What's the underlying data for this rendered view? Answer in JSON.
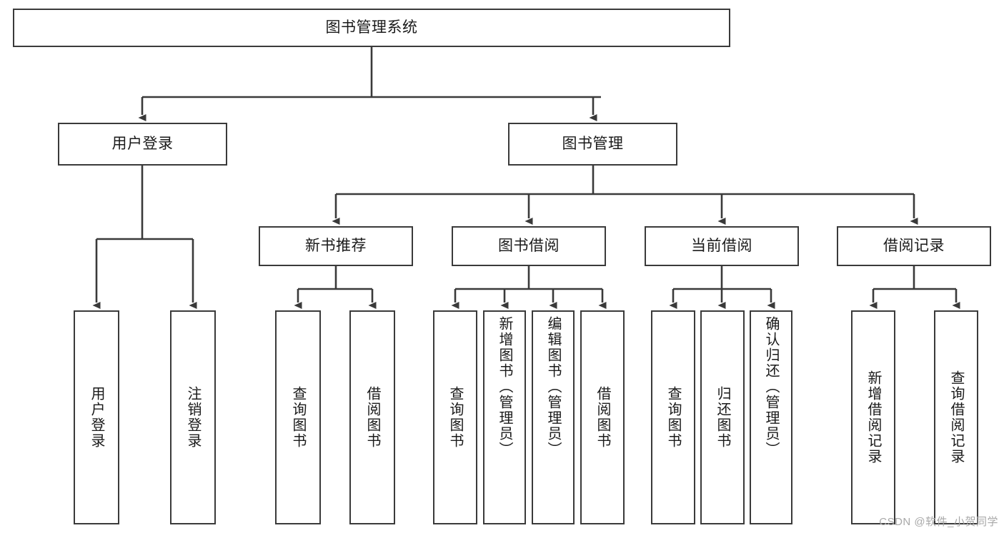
{
  "diagram": {
    "title": "图书管理系统",
    "type": "function-hierarchy-tree",
    "root": {
      "id": "root",
      "label": "图书管理系统",
      "orientation": "horizontal"
    },
    "level2": [
      {
        "id": "user-login",
        "label": "用户登录",
        "orientation": "horizontal"
      },
      {
        "id": "book-management",
        "label": "图书管理",
        "orientation": "horizontal"
      }
    ],
    "level3": [
      {
        "id": "new-book-recommend",
        "label": "新书推荐",
        "orientation": "horizontal",
        "parent": "book-management"
      },
      {
        "id": "book-borrow",
        "label": "图书借阅",
        "orientation": "horizontal",
        "parent": "book-management"
      },
      {
        "id": "current-borrow",
        "label": "当前借阅",
        "orientation": "horizontal",
        "parent": "book-management"
      },
      {
        "id": "borrow-record",
        "label": "借阅记录",
        "orientation": "horizontal",
        "parent": "book-management"
      }
    ],
    "leaves": [
      {
        "id": "leaf-user-login",
        "label": "用户登录",
        "parent": "user-login"
      },
      {
        "id": "leaf-logout",
        "label": "注销登录",
        "parent": "user-login"
      },
      {
        "id": "leaf-query-book-1",
        "label": "查询图书",
        "parent": "new-book-recommend"
      },
      {
        "id": "leaf-borrow-book-1",
        "label": "借阅图书",
        "parent": "new-book-recommend"
      },
      {
        "id": "leaf-query-book-2",
        "label": "查询图书",
        "parent": "book-borrow"
      },
      {
        "id": "leaf-add-book",
        "label": "新增图书（管理员）",
        "parent": "book-borrow"
      },
      {
        "id": "leaf-edit-book",
        "label": "编辑图书（管理员）",
        "parent": "book-borrow"
      },
      {
        "id": "leaf-borrow-book-2",
        "label": "借阅图书",
        "parent": "book-borrow"
      },
      {
        "id": "leaf-query-book-3",
        "label": "查询图书",
        "parent": "current-borrow"
      },
      {
        "id": "leaf-return-book",
        "label": "归还图书",
        "parent": "current-borrow"
      },
      {
        "id": "leaf-confirm-return",
        "label": "确认归还（管理员）",
        "parent": "current-borrow"
      },
      {
        "id": "leaf-add-record",
        "label": "新增借阅记录",
        "parent": "borrow-record"
      },
      {
        "id": "leaf-query-record",
        "label": "查询借阅记录",
        "parent": "borrow-record"
      }
    ],
    "colors": {
      "stroke": "#3a3a3a",
      "fill": "#ffffff",
      "text": "#1a1a1a",
      "watermark": "#a8a8a8"
    }
  },
  "watermark": {
    "text": "CSDN @软件_小贺同学"
  }
}
